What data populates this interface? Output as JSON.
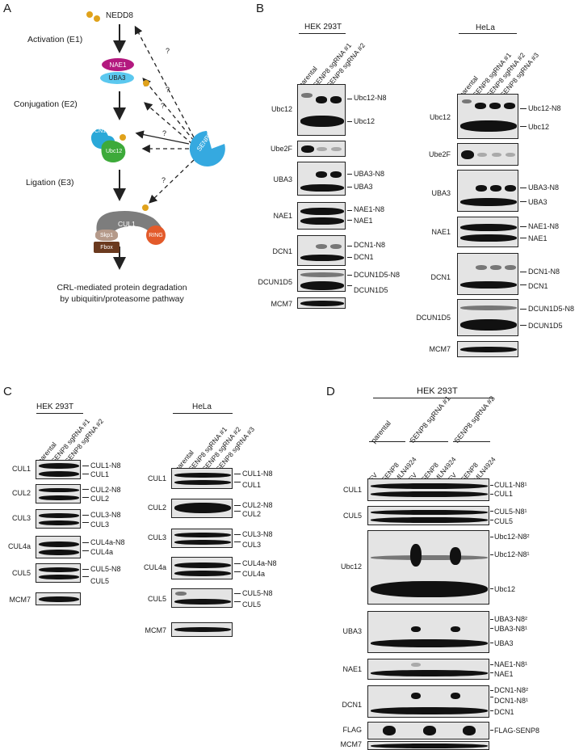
{
  "panels": {
    "a": "A",
    "b": "B",
    "c": "C",
    "d": "D"
  },
  "panel_a": {
    "nedd8": "NEDD8",
    "activation": "Activation (E1)",
    "conjugation": "Conjugation (E2)",
    "ligation": "Ligation (E3)",
    "nae1": "NAE1",
    "uba3": "UBA3",
    "dcn1": "DCN1",
    "ubc12": "Ubc12",
    "senp8": "SENP8",
    "cul1": "CUL1",
    "skp1": "Skp1",
    "fbox": "Fbox",
    "ring": "RING",
    "q": "?",
    "outcome_line1": "CRL-mediated protein degradation",
    "outcome_line2": "by ubiquitin/proteasome pathway"
  },
  "panel_b": {
    "cell_hek": "HEK 293T",
    "cell_hela": "HeLa",
    "hek_lanes": [
      "parental",
      "SENP8 sgRNA #1",
      "SENP8 sgRNA #2"
    ],
    "hela_lanes": [
      "parental",
      "SENP8 sgRNA #1",
      "SENP8 sgRNA #2",
      "SENP8 sgRNA #3"
    ],
    "rows": [
      "Ubc12",
      "Ube2F",
      "UBA3",
      "NAE1",
      "DCN1",
      "DCUN1D5",
      "MCM7"
    ],
    "right_labels": {
      "ubc12_n8": "Ubc12-N8",
      "ubc12": "Ubc12",
      "uba3_n8": "UBA3-N8",
      "uba3": "UBA3",
      "nae1_n8": "NAE1-N8",
      "nae1": "NAE1",
      "dcn1_n8": "DCN1-N8",
      "dcn1": "DCN1",
      "dcun1d5_n8": "DCUN1D5-N8",
      "dcun1d5": "DCUN1D5"
    }
  },
  "panel_c": {
    "cell_hek": "HEK 293T",
    "cell_hela": "HeLa",
    "hek_lanes": [
      "parental",
      "SENP8 sgRNA #1",
      "SENP8 sgRNA #2"
    ],
    "hela_lanes": [
      "parental",
      "SENP8 sgRNA #1",
      "SENP8 sgRNA #2",
      "SENP8 sgRNA #3"
    ],
    "rows": [
      "CUL1",
      "CUL2",
      "CUL3",
      "CUL4a",
      "CUL5",
      "MCM7"
    ],
    "right_labels": {
      "cul1_n8": "CUL1-N8",
      "cul1": "CUL1",
      "cul2_n8": "CUL2-N8",
      "cul2": "CUL2",
      "cul3_n8": "CUL3-N8",
      "cul3": "CUL3",
      "cul4a_n8": "CUL4a-N8",
      "cul4a": "CUL4a",
      "cul5_n8": "CUL5-N8",
      "cul5": "CUL5"
    }
  },
  "panel_d": {
    "cell": "HEK 293T",
    "groups": [
      "parental",
      "SENP8 sgRNA #1",
      "SENP8 sgRNA #2"
    ],
    "lanes": [
      "EV",
      "SENP8",
      "MLN4924",
      "EV",
      "SENP8",
      "MLN4924",
      "EV",
      "SENP8",
      "MLN4924"
    ],
    "rows": [
      "CUL1",
      "CUL5",
      "Ubc12",
      "UBA3",
      "NAE1",
      "DCN1",
      "FLAG",
      "MCM7"
    ],
    "right_labels": {
      "cul1_n8": "CUL1-N8¹",
      "cul1": "CUL1",
      "cul5_n8": "CUL5-N8¹",
      "cul5": "CUL5",
      "ubc12_n8_2": "Ubc12-N8²",
      "ubc12_n8_1": "Ubc12-N8¹",
      "ubc12": "Ubc12",
      "uba3_n8_2": "UBA3-N8²",
      "uba3_n8_1": "UBA3-N8¹",
      "uba3": "UBA3",
      "nae1_n8": "NAE1-N8¹",
      "nae1": "NAE1",
      "dcn1_n8_2": "DCN1-N8²",
      "dcn1_n8_1": "DCN1-N8¹",
      "dcn1": "DCN1",
      "flag_senp8": "FLAG-SENP8"
    }
  },
  "colors": {
    "nae1": "#b3197f",
    "uba3": "#5bc8ef",
    "dcn1": "#2aa8d8",
    "ubc12": "#3daa3a",
    "senp8": "#35a9e0",
    "cul1": "#7d7d7d",
    "skp1": "#b59a8a",
    "fbox": "#6b3a1f",
    "ring": "#e35a2a",
    "nedd8": "#e0a21b"
  }
}
